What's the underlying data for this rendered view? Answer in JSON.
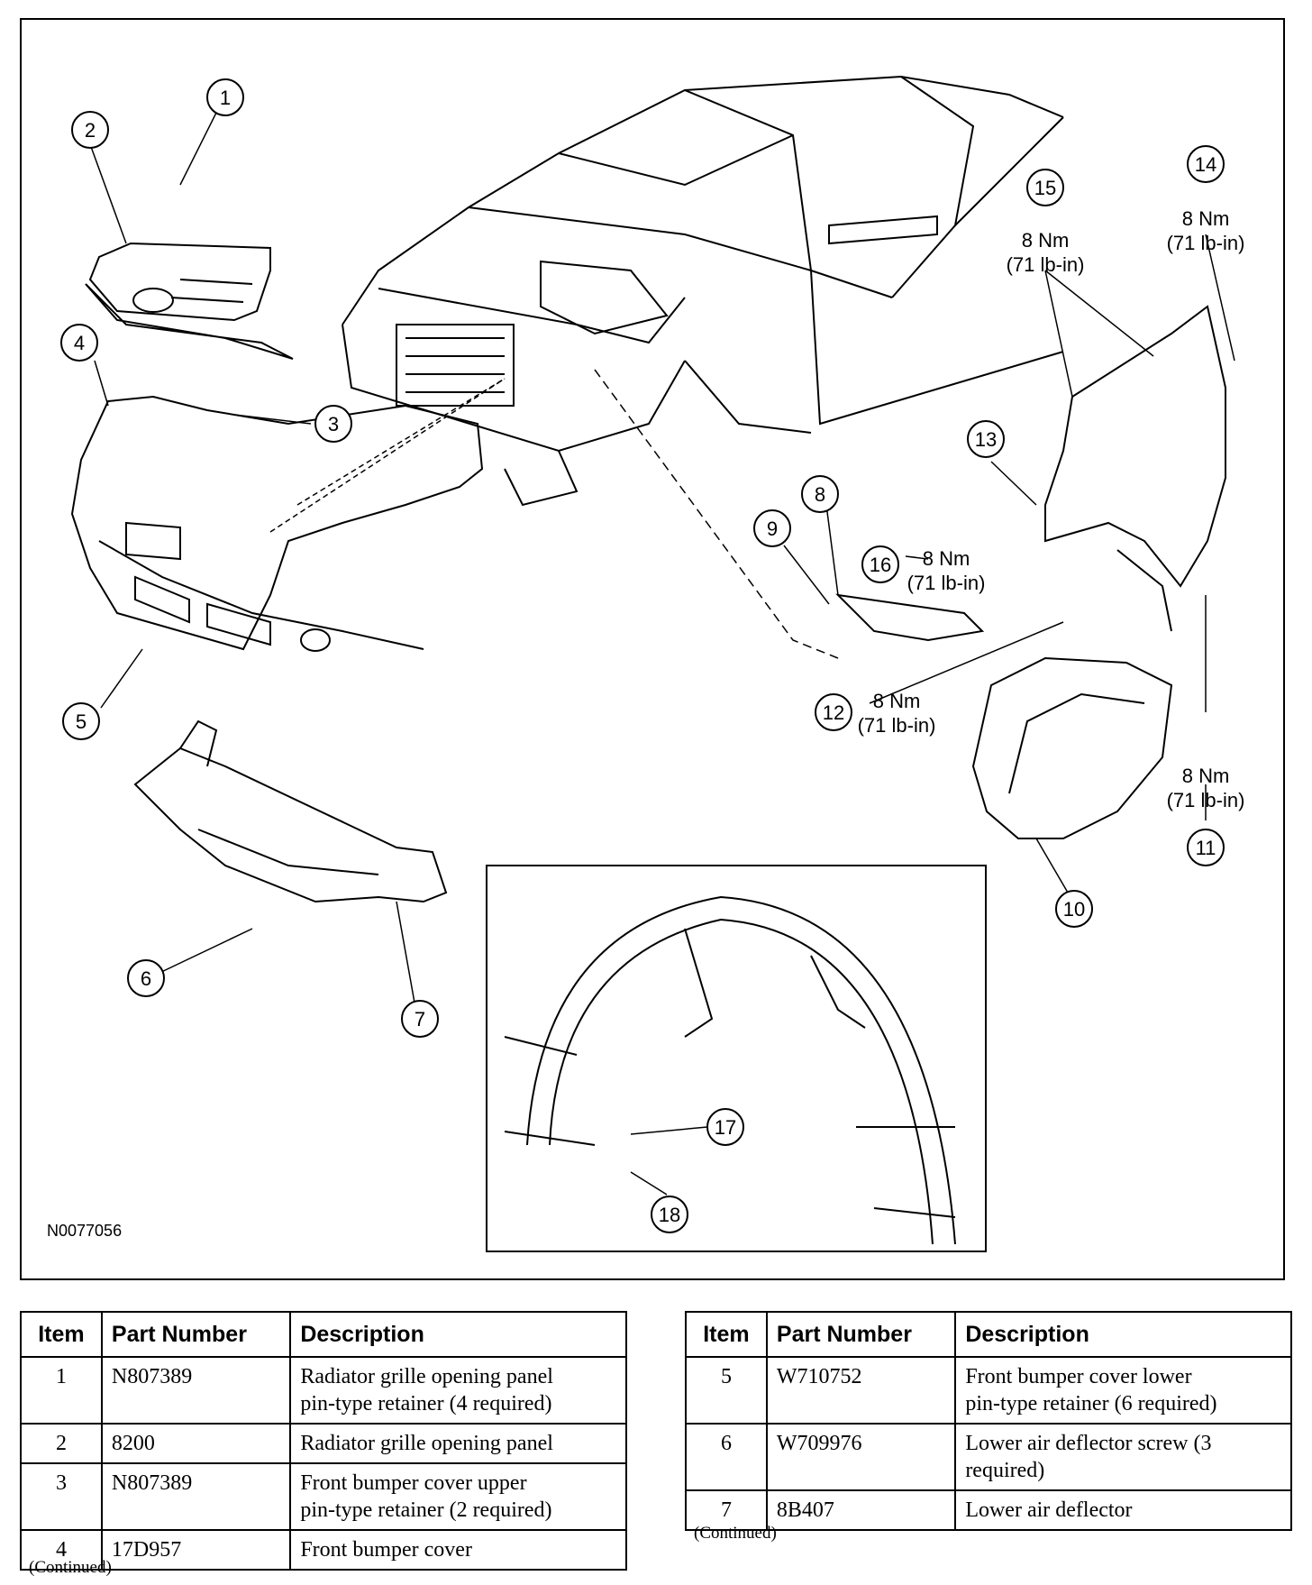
{
  "figure_id": "N0077056",
  "callouts": [
    "1",
    "2",
    "3",
    "4",
    "5",
    "6",
    "7",
    "8",
    "9",
    "10",
    "11",
    "12",
    "13",
    "14",
    "15",
    "16",
    "17",
    "18"
  ],
  "torque": {
    "nm": "8 Nm",
    "lbin": "(71 lb-in)"
  },
  "table_headers": {
    "item": "Item",
    "part_number": "Part Number",
    "description": "Description"
  },
  "table_left": [
    {
      "item": "1",
      "part": "N807389",
      "desc": [
        "Radiator grille opening panel",
        "pin-type retainer (4 required)"
      ]
    },
    {
      "item": "2",
      "part": "8200",
      "desc": [
        "Radiator grille opening panel"
      ]
    },
    {
      "item": "3",
      "part": "N807389",
      "desc": [
        "Front bumper cover upper",
        "pin-type retainer (2 required)"
      ]
    },
    {
      "item": "4",
      "part": "17D957",
      "desc": [
        "Front bumper cover"
      ]
    }
  ],
  "table_right": [
    {
      "item": "5",
      "part": "W710752",
      "desc": [
        "Front bumper cover lower",
        "pin-type retainer (6 required)"
      ]
    },
    {
      "item": "6",
      "part": "W709976",
      "desc": [
        "Lower air deflector screw (3",
        "required)"
      ]
    },
    {
      "item": "7",
      "part": "8B407",
      "desc": [
        "Lower air deflector"
      ]
    }
  ],
  "continued": "(Continued)"
}
